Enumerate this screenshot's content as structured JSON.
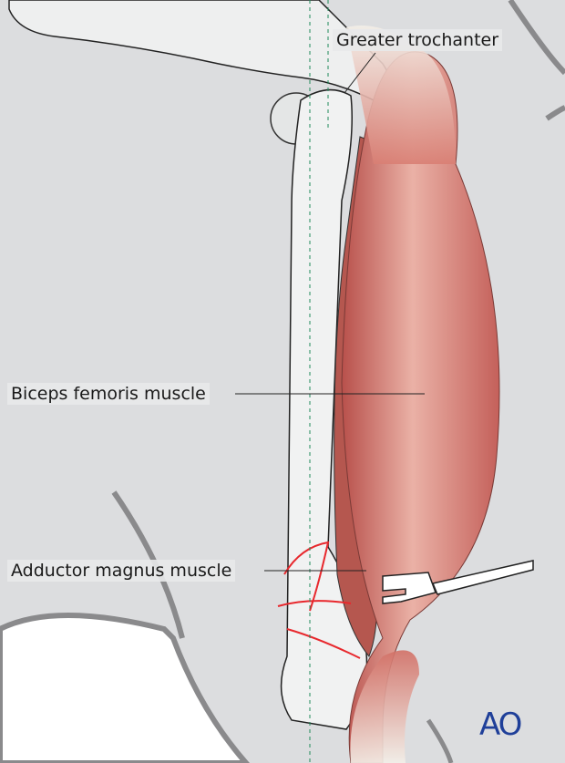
{
  "labels": {
    "greater_trochanter": "Greater trochanter",
    "biceps_femoris": "Biceps femoris muscle",
    "adductor_magnus": "Adductor magnus muscle"
  },
  "logo": "AO",
  "colors": {
    "background": "#dcdddf",
    "muscle": "#c9645e",
    "bone": "#f1f2f2",
    "fracture": "#e8282d",
    "logo": "#1f3f99"
  }
}
